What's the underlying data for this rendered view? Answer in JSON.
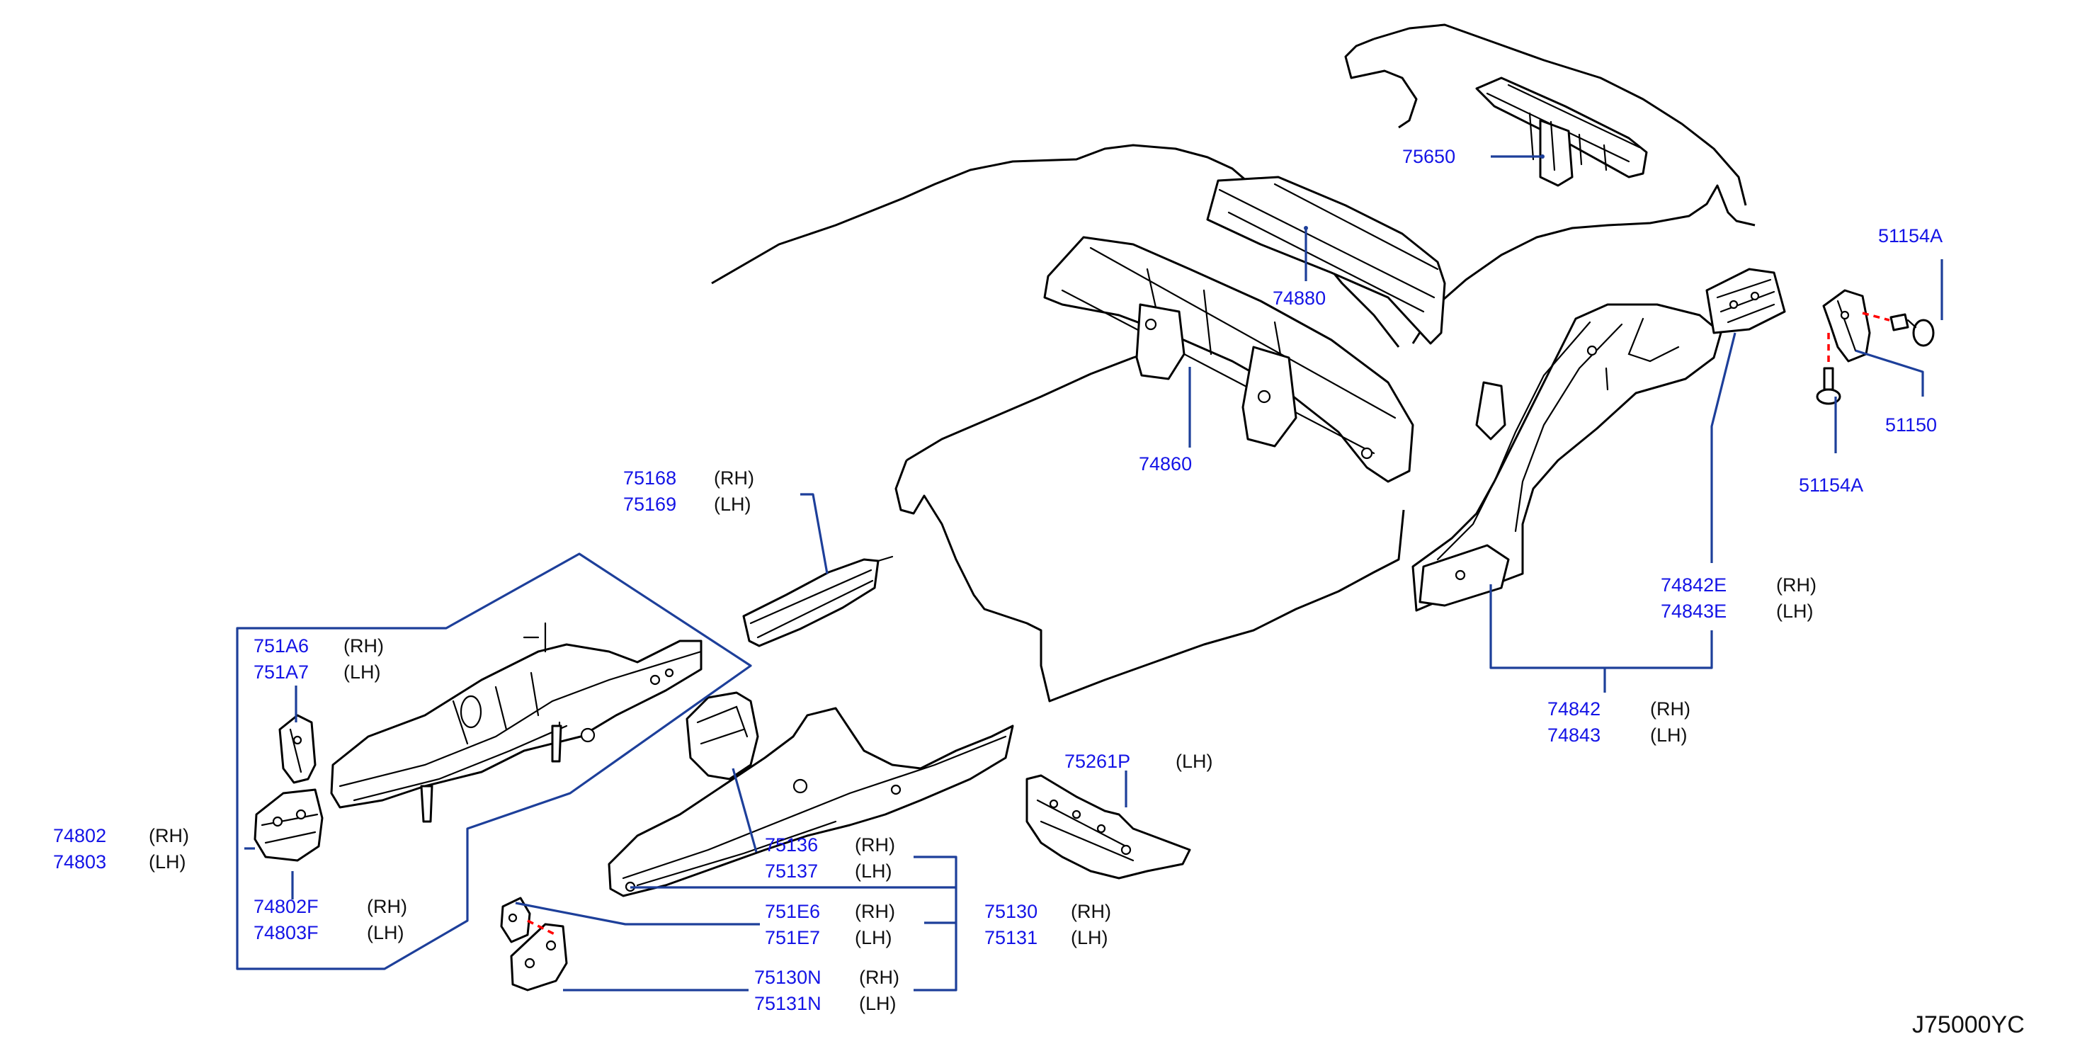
{
  "labels": {
    "p75650": "75650",
    "p74880": "74880",
    "p74860": "74860",
    "p51154A_top": "51154A",
    "p51150": "51150",
    "p51154A_bottom": "51154A",
    "p75168": "75168",
    "p75169": "75169",
    "p74842E": "74842E",
    "p74843E": "74843E",
    "p74842": "74842",
    "p74843": "74843",
    "p751A6": "751A6",
    "p751A7": "751A7",
    "p74802": "74802",
    "p74803": "74803",
    "p74802F": "74802F",
    "p74803F": "74803F",
    "p75261P": "75261P",
    "p75136": "75136",
    "p75137": "75137",
    "p751E6": "751E6",
    "p751E7": "751E7",
    "p75130": "75130",
    "p75131": "75131",
    "p75130N": "75130N",
    "p75131N": "75131N"
  },
  "sides": {
    "rh": "(RH)",
    "lh": "(LH)"
  },
  "diagram_code": "J75000YC",
  "colors": {
    "part_number": "#1414e6",
    "leader_line": "#1d3f9a",
    "fastener_axis": "#ff0000",
    "linework": "#000000"
  }
}
